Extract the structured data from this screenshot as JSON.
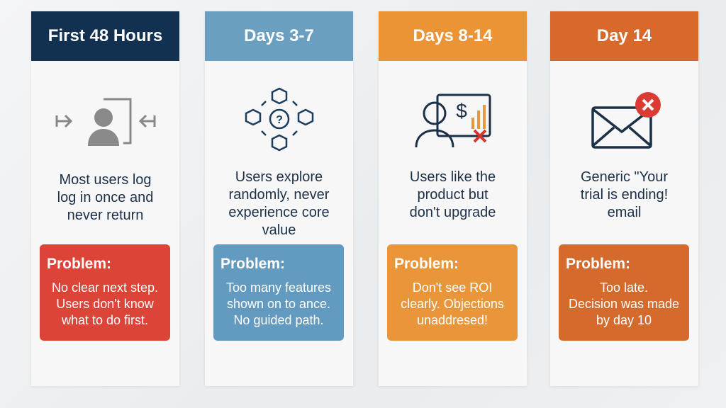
{
  "columns": [
    {
      "title": "First 48 Hours",
      "icon": "user-login-icon",
      "header_color": "#12304f",
      "description": "Most users log\nlog in once and\nnever return",
      "problem_label": "Problem:",
      "problem": "No clear next step.\nUsers don't know\nwhat to do first.",
      "problem_color": "#dc4438"
    },
    {
      "title": "Days 3-7",
      "icon": "random-explore-icon",
      "header_color": "#6a9fc0",
      "description": "Users explore\nrandomly, never\nexperience core\nvalue",
      "problem_label": "Problem:",
      "problem": "Too many features\nshown on to ance.\nNo guided path.",
      "problem_color": "#629bbf"
    },
    {
      "title": "Days 8-14",
      "icon": "user-roi-icon",
      "header_color": "#ea9436",
      "description": "Users like the\nproduct but\ndon't upgrade",
      "problem_label": "Problem:",
      "problem": "Don't see ROI\nclearly. Objections\nunaddresed!",
      "problem_color": "#e9953a"
    },
    {
      "title": "Day 14",
      "icon": "email-error-icon",
      "header_color": "#d9682b",
      "description": "Generic \"Your\ntrial is ending!\nemail",
      "problem_label": "Problem:",
      "problem": "Too late.\nDecision was made\nby day 10",
      "problem_color": "#d46a2c"
    }
  ]
}
